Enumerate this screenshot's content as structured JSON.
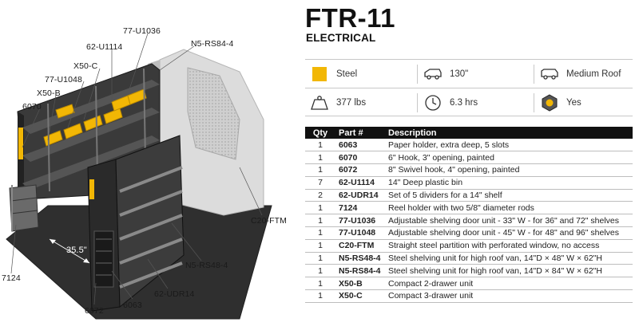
{
  "product": {
    "model": "FTR-11",
    "category": "ELECTRICAL"
  },
  "colors": {
    "accent_yellow": "#f2b705",
    "shelf_dark": "#2b2b2b",
    "partition_gray": "#d9d9d9",
    "header_black": "#111111"
  },
  "specs": [
    {
      "icon": "material-swatch-icon",
      "text": "Steel"
    },
    {
      "icon": "van-angle-icon",
      "text": "130\""
    },
    {
      "icon": "van-roof-icon",
      "text": "Medium Roof"
    },
    {
      "icon": "weight-icon",
      "text": "377 lbs"
    },
    {
      "icon": "install-time-icon",
      "text": "6.3 hrs"
    },
    {
      "icon": "hardware-nut-icon",
      "text": "Yes"
    }
  ],
  "illustration": {
    "callouts": [
      "N5-RS84-4",
      "77-U1036",
      "62-U1114",
      "X50-C",
      "77-U1048",
      "X50-B",
      "6070",
      "C20-FTM",
      "35.5\"",
      "N5-RS48-4",
      "7124",
      "62-UDR14",
      "6063",
      "6072"
    ]
  },
  "parts_table": {
    "headers": [
      "Qty",
      "Part #",
      "Description"
    ],
    "rows": [
      {
        "qty": "1",
        "part": "6063",
        "description": "Paper holder, extra deep, 5 slots"
      },
      {
        "qty": "1",
        "part": "6070",
        "description": "6\" Hook, 3\" opening, painted"
      },
      {
        "qty": "1",
        "part": "6072",
        "description": "8\" Swivel hook, 4\" opening, painted"
      },
      {
        "qty": "7",
        "part": "62-U1114",
        "description": "14\" Deep plastic bin"
      },
      {
        "qty": "2",
        "part": "62-UDR14",
        "description": "Set of 5 dividers for a 14\" shelf"
      },
      {
        "qty": "1",
        "part": "7124",
        "description": "Reel holder with two 5/8\" diameter rods"
      },
      {
        "qty": "1",
        "part": "77-U1036",
        "description": "Adjustable shelving door unit - 33\" W - for 36\" and 72\" shelves"
      },
      {
        "qty": "1",
        "part": "77-U1048",
        "description": "Adjustable shelving door unit - 45\" W - for 48\" and 96\" shelves"
      },
      {
        "qty": "1",
        "part": "C20-FTM",
        "description": "Straight steel partition with perforated window, no access"
      },
      {
        "qty": "1",
        "part": "N5-RS48-4",
        "description": "Steel shelving unit for high roof van, 14\"D × 48\" W × 62\"H"
      },
      {
        "qty": "1",
        "part": "N5-RS84-4",
        "description": "Steel shelving unit for high roof van, 14\"D × 84\" W × 62\"H"
      },
      {
        "qty": "1",
        "part": "X50-B",
        "description": "Compact 2-drawer unit"
      },
      {
        "qty": "1",
        "part": "X50-C",
        "description": "Compact 3-drawer unit"
      }
    ]
  }
}
